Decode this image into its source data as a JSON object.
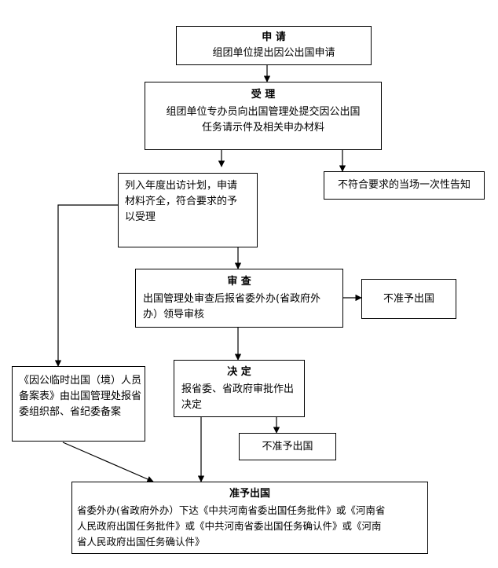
{
  "nodes": {
    "apply": {
      "title": "申  请",
      "lines": [
        "组团单位提出因公出国申请"
      ]
    },
    "accept": {
      "title": "受  理",
      "lines": [
        "组团单位专办员向出国管理处提交因公出国",
        "任务请示件及相关申办材料"
      ]
    },
    "not_meet": {
      "lines": [
        "不符合要求的当场一次性告知"
      ]
    },
    "listed": {
      "lines": [
        "列入年度出访计划，申请",
        "材料齐全，符合要求的予",
        "以受理"
      ]
    },
    "review": {
      "title": "审  查",
      "lines": [
        "出国管理处审查后报省委外办(省政府外",
        "办）领导审核"
      ]
    },
    "deny1": {
      "lines": [
        "不准予出国"
      ]
    },
    "decide": {
      "title": "决  定",
      "lines": [
        "报省委、省政府审批作出",
        "决定"
      ]
    },
    "deny2": {
      "lines": [
        "不准予出国"
      ]
    },
    "record": {
      "lines": [
        "《因公临时出国（境）人员",
        "备案表》由出国管理处报省",
        "委组织部、省纪委备案"
      ]
    },
    "approve": {
      "title": "准予出国",
      "lines": [
        "省委外办(省政府外办）下达《中共河南省委出国任务批件》或《河南省",
        "人民政府出国任务批件》或《中共河南省委出国任务确认件》或《河南",
        "省人民政府出国任务确认件》"
      ]
    }
  }
}
